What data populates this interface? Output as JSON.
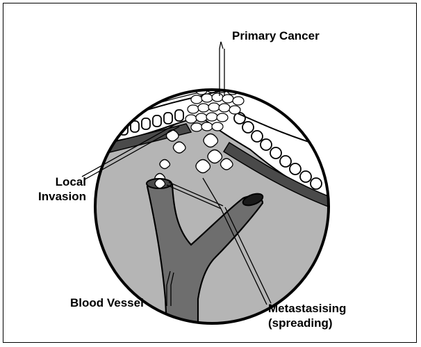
{
  "labels": {
    "primary_cancer": "Primary Cancer",
    "local_invasion": [
      "Local",
      "Invasion"
    ],
    "blood_vessel": "Blood Vessel",
    "metastasising": [
      "Metastasising",
      "(spreading)"
    ]
  },
  "colors": {
    "outline": "#000000",
    "tissue_fill": "#b5b5b5",
    "vessel_fill": "#6e6e6e",
    "membrane_fill": "#4a4a4a",
    "cell_fill": "#ffffff",
    "background": "#ffffff"
  }
}
